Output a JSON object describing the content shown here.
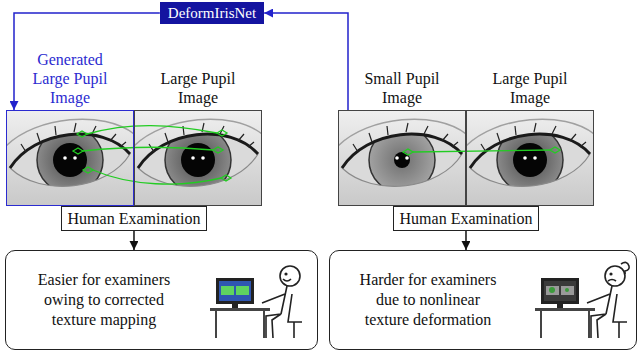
{
  "diagram": {
    "nodes": [
      {
        "text": [
          "DeformIrisNet"
        ]
      },
      {
        "text": [
          "Generated Large Pupil Image"
        ]
      },
      {
        "text": [
          "Large Pupil Image"
        ]
      },
      {
        "text": [
          "Small Pupil Image"
        ]
      },
      {
        "text": [
          "Large Pupil Image"
        ]
      },
      {
        "text": [
          "Human Examination"
        ]
      },
      {
        "text": [
          "Human Examination"
        ]
      },
      {
        "text": [
          "Easier for examiners owing to corrected texture mapping"
        ]
      },
      {
        "text": [
          "Harder for examiners due to nonlinear texture deformation"
        ]
      }
    ],
    "edges": [
      {
        "from": 0,
        "to": 1,
        "arrow": "to"
      },
      {
        "from": 3,
        "to": 0,
        "arrow": "to"
      },
      {
        "from": 5,
        "to": 7,
        "arrow": "to"
      },
      {
        "from": 6,
        "to": 8,
        "arrow": "to"
      }
    ]
  }
}
